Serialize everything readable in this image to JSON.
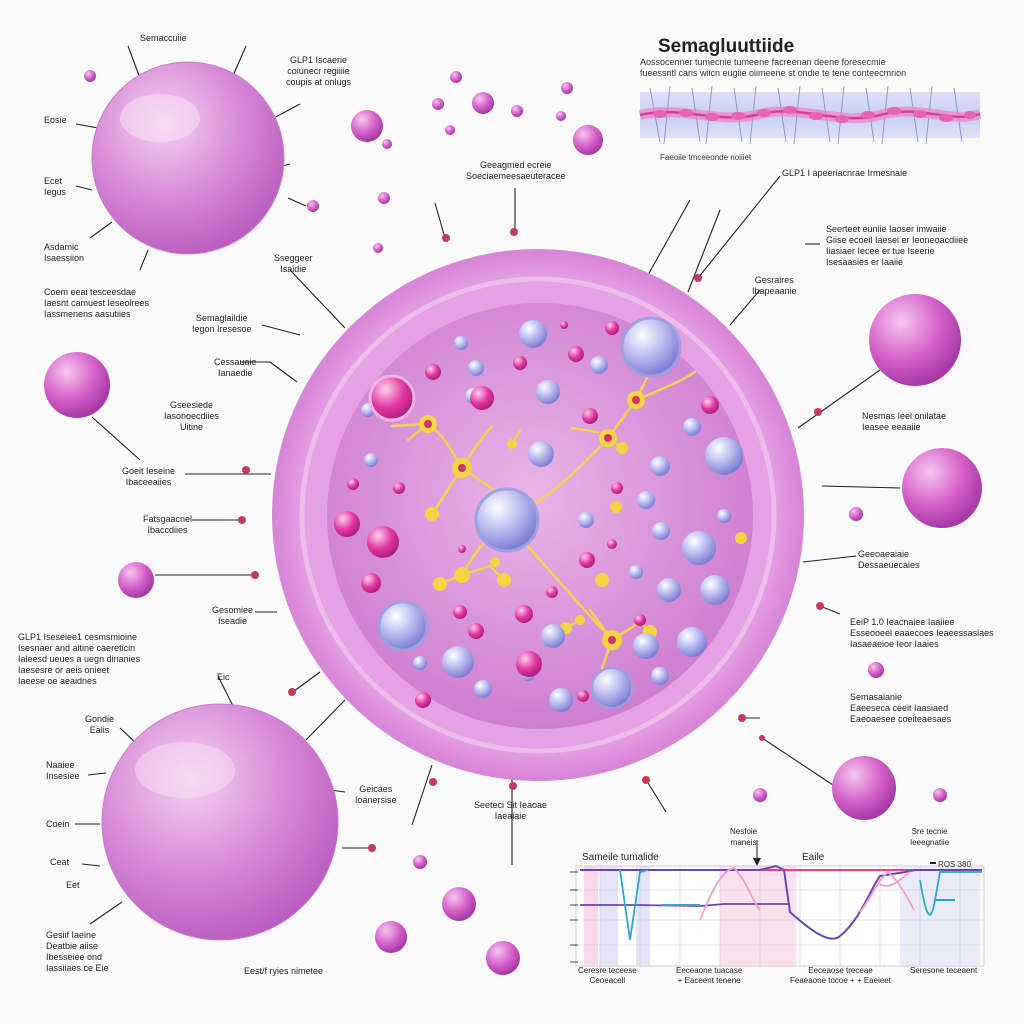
{
  "title": "Semagluuttiide",
  "title_desc": "Aossocenner tumecnie tumeene facreenan deene foresecmie\nfueessntl caris wiicn eugiie oiimeene st ondie te tene conteecmrion",
  "strip_caption": "Faeoiie tmceeonde noiiiet",
  "chart": {
    "title": "Sameile tumalide",
    "mid_label": "Eaile",
    "legend": "ROS 380",
    "footers": [
      "Ceresre teceese\nCeoeacell",
      "Eeceaone tuacase\n+ Eaceent tenene",
      "Eeceaose treceae\nFeaeaone tocoe + + Eaeieet",
      "Seresone teceaent"
    ],
    "colors": {
      "red": "#e8457d",
      "purple": "#6a47b0",
      "teal": "#2ea8c4",
      "pink": "#f0a0c8"
    }
  },
  "labels": [
    "Semaccuiie",
    "GLP1 Iscaerie\ncoiunecr regiiiie\ncoupis at onlugs",
    "Eosie",
    "Ecet\nIegus",
    "Asdamic\nIsaessiion",
    "Sseggeer\nIsaidie",
    "Coem eeai tesceesdae\nIaesnt camuest Ieseolrees\nIassmenens aasutiies",
    "Semaglaildie\nIegon Iresesoe",
    "Cessauaie\nIanaedie",
    "Gseesiede\nIasonoecdiies\nUitine",
    "Goeit Ieseine\nIbaceeaiies",
    "Fatsgaacnel\nIbaccdiies",
    "Gesomiee\nIseadie",
    "GLP1 Iseseiee1 cesmsmioine\nIsesnaer and aitine caereticin\nIaleesd ueues a uegn dinanies\nIaesesre or aeis onieet\nIaeese oe aeaidnes",
    "Eic",
    "Gondie\nEalis",
    "Naaiee\nInsesiee",
    "Coein",
    "Ceat",
    "Eet",
    "Gesiif Iaeine\nDeatbie aiise\nIbesseiee ond\nIassiiaes ce Eie",
    "Eest/f ryies nimetee",
    "Seeteci Sit Ieaoae\nIaeaiaie",
    "Geicaes\nIoanersise",
    "Geeagmed ecreie\nSoeciaemeesaeuteracee",
    "GLP1 I apeeriacnrae Irmesnaie",
    "Seerteet euniie Iaoser imwaiie\nGiise ecoeil Iaesei er Ieoneoacdiiee\nIiasiaer Iecee er tue Iseerie\nIsesaasies er Iaaiie",
    "Gesraires\nIhapeaanie",
    "Nesmas Ieel onilatae\nIeasee eeaaiie",
    "Geeoaeaiaie\nDessaeuecaies",
    "EeiP 1.0 Ieacnaiee Iaaiiee\nEsseooeei eaaecoes Ieaeessasiaes\nIasaeaeioe Ieor Iaaies",
    "Semasaianie\nEaeeseca ceeit Iaasiaed\nEaeoaesee coeiteaesaes"
  ]
}
